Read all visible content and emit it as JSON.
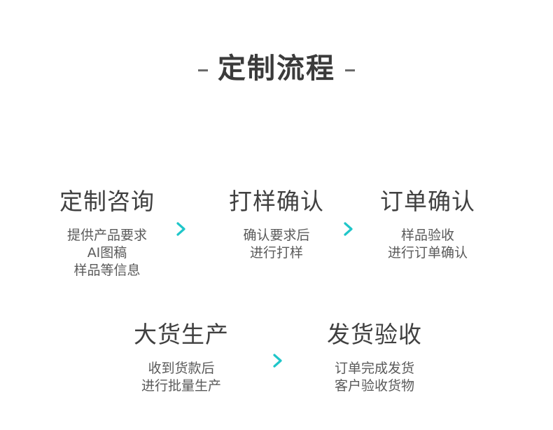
{
  "header": {
    "title": "定制流程"
  },
  "steps": [
    {
      "title": "定制咨询",
      "lines": [
        "提供产品要求",
        "AI图稿",
        "样品等信息"
      ]
    },
    {
      "title": "打样确认",
      "lines": [
        "确认要求后",
        "进行打样"
      ]
    },
    {
      "title": "订单确认",
      "lines": [
        "样品验收",
        "进行订单确认"
      ]
    },
    {
      "title": "大货生产",
      "lines": [
        "收到货款后",
        "进行批量生产"
      ]
    },
    {
      "title": "发货验收",
      "lines": [
        "订单完成发货",
        "客户验收货物"
      ]
    }
  ],
  "colors": {
    "accent": "#1fc6c9",
    "title_text": "#3b3b3b",
    "body_text": "#5a5a5a",
    "dash": "#6b6b6b"
  },
  "icons": {
    "arrow": "chevron-right-icon",
    "title_decoration": "dash"
  }
}
